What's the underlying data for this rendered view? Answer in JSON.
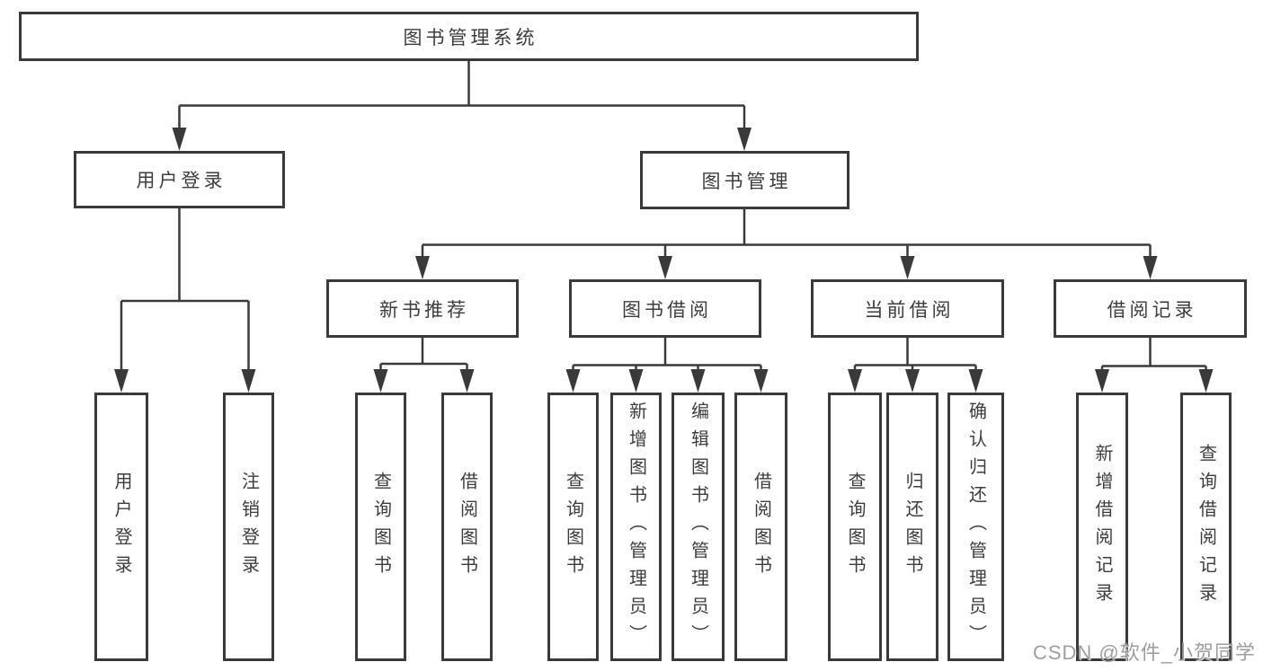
{
  "diagram_title": "图书管理系统",
  "tree": {
    "label": "图书管理系统",
    "children": [
      {
        "label": "用户登录",
        "children": [
          {
            "label": "用户登录"
          },
          {
            "label": "注销登录"
          }
        ]
      },
      {
        "label": "图书管理",
        "children": [
          {
            "label": "新书推荐",
            "children": [
              {
                "label": "查询图书"
              },
              {
                "label": "借阅图书"
              }
            ]
          },
          {
            "label": "图书借阅",
            "children": [
              {
                "label": "查询图书"
              },
              {
                "label": "新增图书（管理员）"
              },
              {
                "label": "编辑图书（管理员）"
              },
              {
                "label": "借阅图书"
              }
            ]
          },
          {
            "label": "当前借阅",
            "children": [
              {
                "label": "查询图书"
              },
              {
                "label": "归还图书"
              },
              {
                "label": "确认归还（管理员）"
              }
            ]
          },
          {
            "label": "借阅记录",
            "children": [
              {
                "label": "新增借阅记录"
              },
              {
                "label": "查询借阅记录"
              }
            ]
          }
        ]
      }
    ]
  },
  "watermark": {
    "text": "CSDN @软件_小贺同学"
  },
  "colors": {
    "line": "#3a3a3a",
    "text": "#3d3d3d",
    "background": "#ffffff",
    "watermark": "#9e9e9e"
  }
}
